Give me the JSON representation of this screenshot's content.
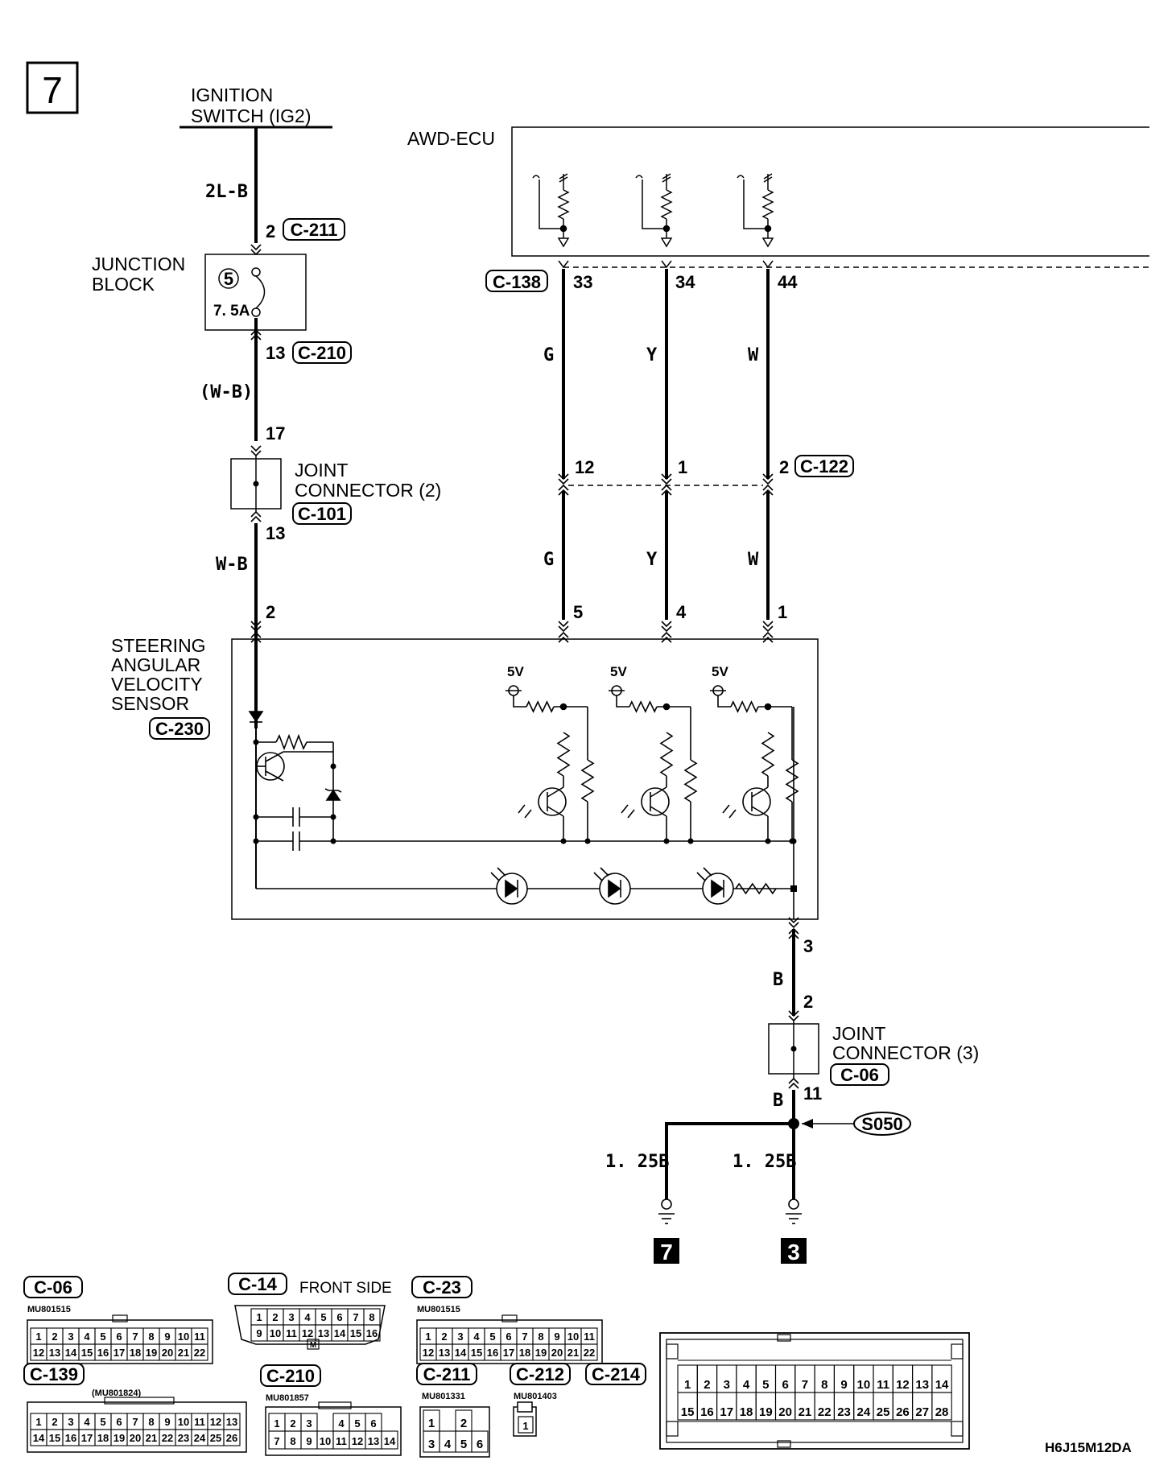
{
  "page_number": "7",
  "drawing_code": "H6J15M12DA",
  "ignition_switch": {
    "line1": "IGNITION",
    "line2": "SWITCH (IG2)"
  },
  "ecu": {
    "label": "AWD-ECU",
    "connector": "C-138",
    "pins": [
      "33",
      "34",
      "44"
    ]
  },
  "wires": {
    "ig_feed": "2L-B",
    "jb_out": "(W-B)",
    "jc2_out": "W-B",
    "ecu_1": "G",
    "ecu_2": "Y",
    "ecu_3": "W",
    "ground_main": "B",
    "ground_left": "1. 25B",
    "ground_right": "1. 25B"
  },
  "junction_block": {
    "line1": "JUNCTION",
    "line2": "BLOCK",
    "fuse_no": "5",
    "fuse_rating": "7. 5A",
    "in_pin": "2",
    "in_conn": "C-211",
    "out_pin": "13",
    "out_conn": "C-210"
  },
  "joint_connector_2": {
    "line1": "JOINT",
    "line2": "CONNECTOR (2)",
    "connector": "C-101",
    "in_pin": "17",
    "out_pin": "13"
  },
  "intermediate": {
    "connector": "C-122",
    "pins": [
      "12",
      "1",
      "2"
    ]
  },
  "sensor": {
    "line1": "STEERING",
    "line2": "ANGULAR",
    "line3": "VELOCITY",
    "line4": "SENSOR",
    "connector": "C-230",
    "supply_pin": "2",
    "signal_pins": [
      "5",
      "4",
      "1"
    ],
    "ground_pin": "3",
    "vref": [
      "5V",
      "5V",
      "5V"
    ]
  },
  "joint_connector_3": {
    "line1": "JOINT",
    "line2": "CONNECTOR (3)",
    "connector": "C-06",
    "in_pin": "2",
    "out_pin": "11"
  },
  "splice": "S050",
  "grounds": [
    "7",
    "3"
  ],
  "connector_views": {
    "c06": {
      "name": "C-06",
      "part": "MU801515",
      "row1": [
        "1",
        "2",
        "3",
        "4",
        "5",
        "6",
        "7",
        "8",
        "9",
        "10",
        "11"
      ],
      "row2": [
        "12",
        "13",
        "14",
        "15",
        "16",
        "17",
        "18",
        "19",
        "20",
        "21",
        "22"
      ]
    },
    "c14": {
      "name": "C-14",
      "note": "FRONT SIDE",
      "key": "M",
      "row1": [
        "1",
        "2",
        "3",
        "4",
        "5",
        "6",
        "7",
        "8"
      ],
      "row2": [
        "9",
        "10",
        "11",
        "12",
        "13",
        "14",
        "15",
        "16"
      ]
    },
    "c23": {
      "name": "C-23",
      "part": "MU801515",
      "row1": [
        "1",
        "2",
        "3",
        "4",
        "5",
        "6",
        "7",
        "8",
        "9",
        "10",
        "11"
      ],
      "row2": [
        "12",
        "13",
        "14",
        "15",
        "16",
        "17",
        "18",
        "19",
        "20",
        "21",
        "22"
      ]
    },
    "c139": {
      "name": "C-139",
      "part": "(MU801824)",
      "row1": [
        "1",
        "2",
        "3",
        "4",
        "5",
        "6",
        "7",
        "8",
        "9",
        "10",
        "11",
        "12",
        "13"
      ],
      "row2": [
        "14",
        "15",
        "16",
        "17",
        "18",
        "19",
        "20",
        "21",
        "22",
        "23",
        "24",
        "25",
        "26"
      ]
    },
    "c210": {
      "name": "C-210",
      "part": "MU801857",
      "row1": [
        "1",
        "2",
        "3",
        "",
        "4",
        "5",
        "6"
      ],
      "row2": [
        "7",
        "8",
        "9",
        "10",
        "11",
        "12",
        "13",
        "14"
      ]
    },
    "c211": {
      "name": "C-211",
      "part": "MU801331",
      "row1": [
        "1",
        "",
        "2"
      ],
      "row2": [
        "3",
        "4",
        "5",
        "6"
      ]
    },
    "c212": {
      "name": "C-212",
      "part": "MU801403",
      "row1": [
        "1"
      ]
    },
    "c214": {
      "name": "C-214",
      "row1": [
        "1",
        "2",
        "3",
        "4",
        "5",
        "6",
        "7",
        "8",
        "9",
        "10",
        "11",
        "12",
        "13",
        "14"
      ],
      "row2": [
        "15",
        "16",
        "17",
        "18",
        "19",
        "20",
        "21",
        "22",
        "23",
        "24",
        "25",
        "26",
        "27",
        "28"
      ]
    }
  }
}
